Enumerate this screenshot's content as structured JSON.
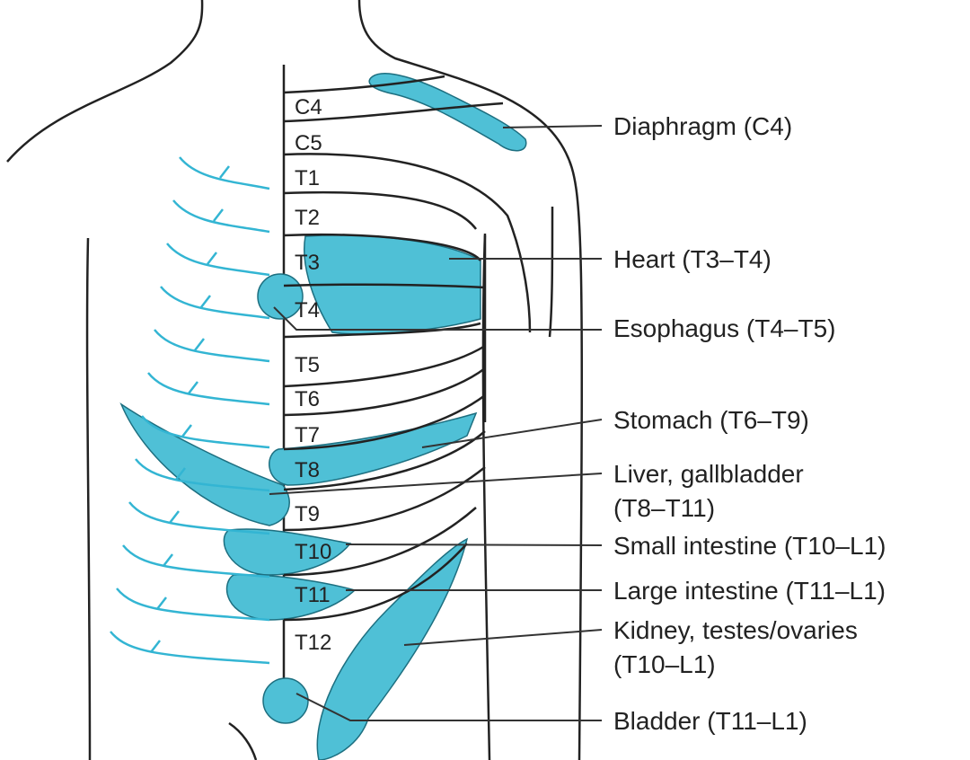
{
  "segments": [
    "C4",
    "C5",
    "T1",
    "T2",
    "T3",
    "T4",
    "T5",
    "T6",
    "T7",
    "T8",
    "T9",
    "T10",
    "T11",
    "T12"
  ],
  "labels": [
    {
      "lines": [
        "Diaphragm (C4)"
      ]
    },
    {
      "lines": [
        "Heart (T3–T4)"
      ]
    },
    {
      "lines": [
        "Esophagus (T4–T5)"
      ]
    },
    {
      "lines": [
        "Stomach (T6–T9)"
      ]
    },
    {
      "lines": [
        "Liver, gallbladder",
        "(T8–T11)"
      ]
    },
    {
      "lines": [
        "Small intestine (T10–L1)"
      ]
    },
    {
      "lines": [
        "Large intestine (T11–L1)"
      ]
    },
    {
      "lines": [
        "Kidney, testes/ovaries",
        "(T10–L1)"
      ]
    },
    {
      "lines": [
        "Bladder (T11–L1)"
      ]
    }
  ],
  "colors": {
    "referred_area": "#4fc0d6",
    "nerve": "#33b5d3",
    "outline": "#222222"
  }
}
